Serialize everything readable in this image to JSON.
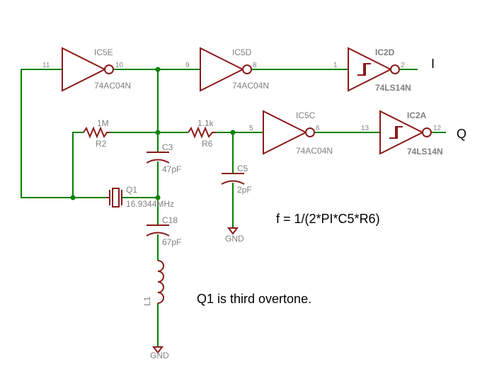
{
  "ic5e": {
    "name": "IC5E",
    "value": "74AC04N",
    "pin_in": "11",
    "pin_out": "10"
  },
  "ic5d": {
    "name": "IC5D",
    "value": "74AC04N",
    "pin_in": "9",
    "pin_out": "8"
  },
  "ic2d": {
    "name": "IC2D",
    "value": "74LS14N",
    "pin_in": "1",
    "pin_out": "2"
  },
  "ic5c": {
    "name": "IC5C",
    "value": "74AC04N",
    "pin_in": "5",
    "pin_out": "6"
  },
  "ic2a": {
    "name": "IC2A",
    "value": "74LS14N",
    "pin_in": "13",
    "pin_out": "12"
  },
  "r2": {
    "name": "R2",
    "value": "1M"
  },
  "r6": {
    "name": "R6",
    "value": "1.1k"
  },
  "c3": {
    "name": "C3",
    "value": "47pF"
  },
  "c5": {
    "name": "C5",
    "value": "2pF"
  },
  "c18": {
    "name": "C18",
    "value": "67pF"
  },
  "q1": {
    "name": "Q1",
    "value": "16.9344MHz"
  },
  "l1": {
    "name": "L1"
  },
  "gnd_c5": "GND",
  "gnd_l1": "GND",
  "out_i": "I",
  "out_q": "Q",
  "formula": "f = 1/(2*PI*C5*R6)",
  "note": "Q1 is third overtone."
}
